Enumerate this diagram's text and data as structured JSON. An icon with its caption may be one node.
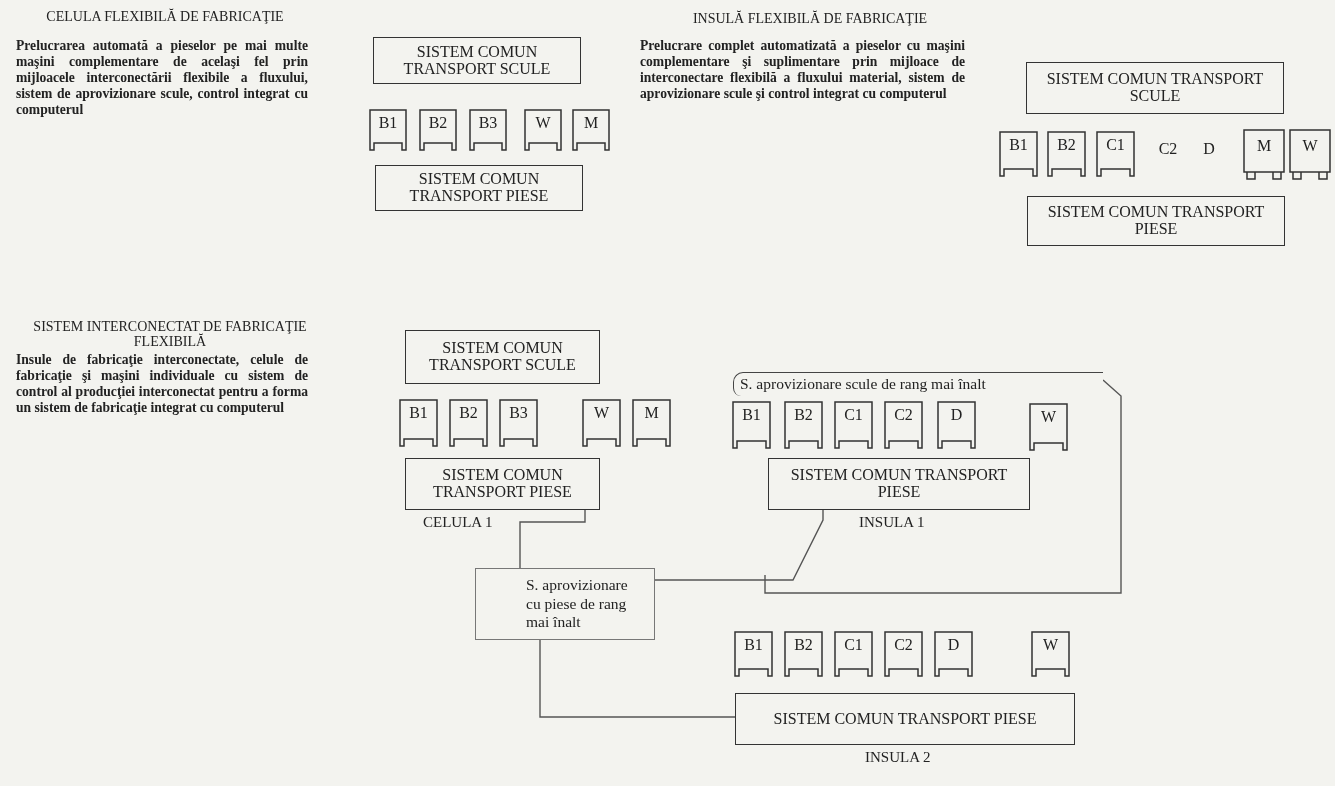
{
  "diagram": {
    "nodes": [
      {
        "text": [
          "SISTEM COMUN TRANSPORT SCULE"
        ]
      },
      {
        "text": [
          "B1"
        ]
      },
      {
        "text": [
          "B2"
        ]
      },
      {
        "text": [
          "B3"
        ]
      },
      {
        "text": [
          "W"
        ]
      },
      {
        "text": [
          "M"
        ]
      },
      {
        "text": [
          "SISTEM COMUN TRANSPORT PIESE"
        ]
      },
      {
        "text": [
          "SISTEM COMUN TRANSPORT SCULE"
        ]
      },
      {
        "text": [
          "B1"
        ]
      },
      {
        "text": [
          "B2"
        ]
      },
      {
        "text": [
          "C1"
        ]
      },
      {
        "text": [
          "M"
        ]
      },
      {
        "text": [
          "W"
        ]
      },
      {
        "text": [
          "SISTEM COMUN TRANSPORT PIESE"
        ]
      },
      {
        "text": [
          "SISTEM COMUN TRANSPORT SCULE"
        ]
      },
      {
        "text": [
          "B1"
        ]
      },
      {
        "text": [
          "B2"
        ]
      },
      {
        "text": [
          "B3"
        ]
      },
      {
        "text": [
          "W"
        ]
      },
      {
        "text": [
          "M"
        ]
      },
      {
        "text": [
          "SISTEM COMUN TRANSPORT PIESE"
        ],
        "beside": [
          "CELULA 1"
        ]
      },
      {
        "text": [
          "S. aprovizionare scule de rang mai înalt"
        ]
      },
      {
        "text": [
          "B1"
        ]
      },
      {
        "text": [
          "B2"
        ]
      },
      {
        "text": [
          "C1"
        ]
      },
      {
        "text": [
          "C2"
        ]
      },
      {
        "text": [
          "D"
        ]
      },
      {
        "text": [
          "W"
        ]
      },
      {
        "text": [
          "SISTEM COMUN TRANSPORT PIESE"
        ],
        "beside": [
          "INSULA 1"
        ]
      },
      {
        "text": [
          "S. aprovizionare cu piese de rang mai înalt"
        ]
      },
      {
        "text": [
          "B1"
        ]
      },
      {
        "text": [
          "B2"
        ]
      },
      {
        "text": [
          "C1"
        ]
      },
      {
        "text": [
          "C2"
        ]
      },
      {
        "text": [
          "D"
        ]
      },
      {
        "text": [
          "W"
        ]
      },
      {
        "text": [
          "SISTEM COMUN TRANSPORT PIESE"
        ],
        "beside": [
          "INSULA 2"
        ]
      }
    ],
    "edges": [
      {
        "from": 29,
        "to": 20,
        "arrow": "none"
      },
      {
        "from": 29,
        "to": 28,
        "arrow": "none"
      },
      {
        "from": 29,
        "to": 36,
        "arrow": "none"
      },
      {
        "from": 21,
        "to": null,
        "arrow": "none"
      }
    ],
    "labels": [
      "CELULA FLEXIBILĂ DE FABRICAŢIE",
      "Prelucrarea automată a pieselor pe mai multe maşini complementare de acelaşi fel prin mijloacele interconectării flexibile a fluxului, sistem de aprovizionare scule, control integrat cu computerul",
      "INSULĂ FLEXIBILĂ DE FABRICAŢIE",
      "Prelucrare complet automatizată a pieselor cu maşini complementare şi suplimentare prin mijloace de interconectare flexibilă a fluxului material, sistem de aprovizionare scule şi control integrat cu computerul",
      "C2",
      "D",
      "SISTEM INTERCONECTAT DE FABRICAŢIE FLEXIBILĂ",
      "Insule de fabricaţie interconectate, celule de fabricaţie şi maşini individuale cu sistem de control al producţiei interconectat pentru a forma un sistem de fabricaţie integrat cu computerul"
    ]
  }
}
